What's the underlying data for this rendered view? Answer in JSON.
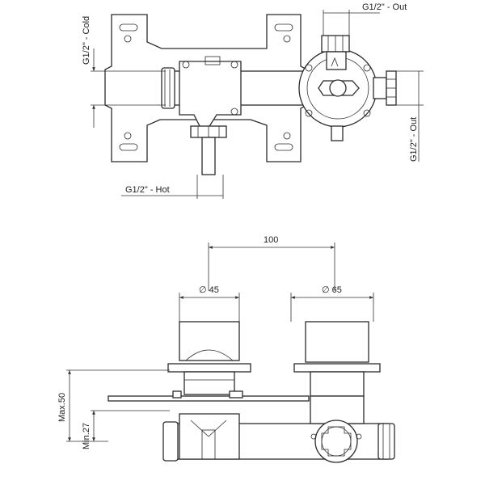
{
  "top_view": {
    "cold_label": "G1/2\" - Cold",
    "out_top_label": "G1/2\" - Out",
    "out_right_label": "G1/2\" - Out",
    "hot_label": "G1/2\" - Hot"
  },
  "front_view": {
    "centre_distance_label": "100",
    "left_diameter_label": "∅ 45",
    "right_diameter_label": "∅ 65",
    "max_depth_label": "Max.50",
    "min_depth_label": "Min.27"
  }
}
